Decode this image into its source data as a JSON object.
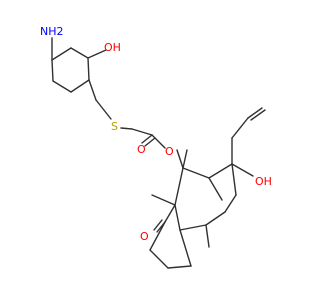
{
  "molecule": {
    "colors": {
      "bond": "#303030",
      "oxygen": "#ff0000",
      "nitrogen": "#0000ff",
      "sulfur": "#b2a000",
      "background": "#ffffff"
    },
    "labels": {
      "amine": "NH2",
      "ring_hydroxyl": "OH",
      "thioether": "S",
      "carbonyl_o_ester": "O",
      "ester_o": "O",
      "ketone_o": "O",
      "hydroxyl_right": "OH"
    }
  }
}
